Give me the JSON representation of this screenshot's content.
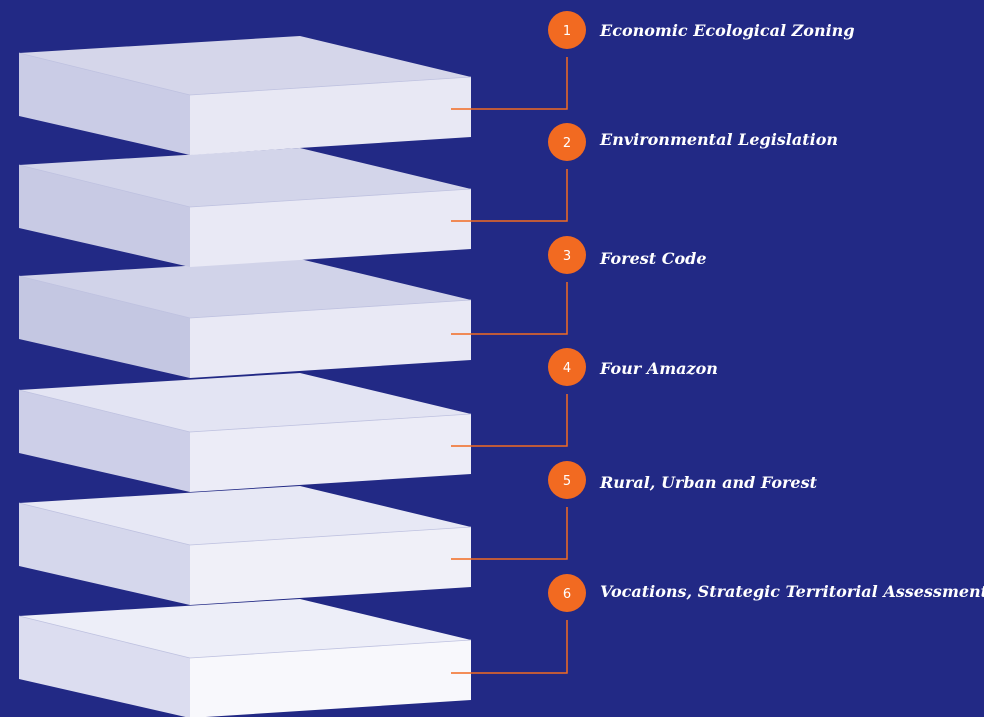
{
  "colors": {
    "background": "#222985",
    "accent": "#F26A21",
    "label_text": "#FFFFFF",
    "layer_top_light": "#E9E9F7",
    "layer_front": "#E8E8F4",
    "layer_side": "#CACCE6"
  },
  "layers": [
    {
      "number": "1",
      "label": "Economic Ecological Zoning"
    },
    {
      "number": "2",
      "label": "Environmental Legislation"
    },
    {
      "number": "3",
      "label": "Forest Code"
    },
    {
      "number": "4",
      "label": "Four Amazon"
    },
    {
      "number": "5",
      "label": "Rural, Urban and Forest"
    },
    {
      "number": "6",
      "label": "Vocations, Strategic Territorial Assessments"
    }
  ]
}
